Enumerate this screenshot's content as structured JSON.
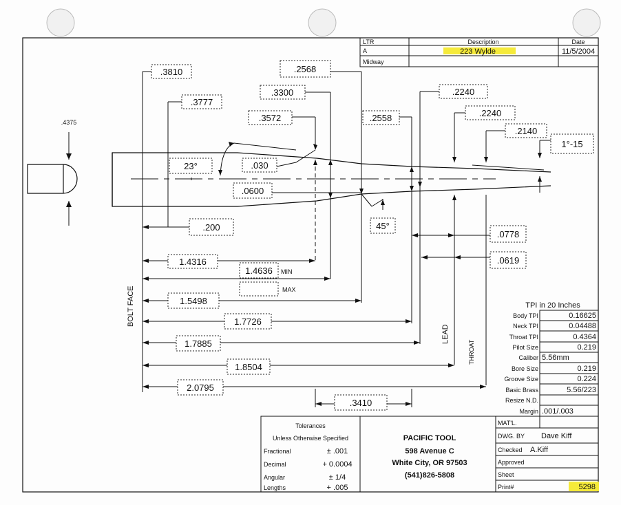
{
  "colors": {
    "highlight": "#f5ea3a",
    "ink": "#111111",
    "paper": "#fdfdfd"
  },
  "rev_block": {
    "col_ltr": "LTR",
    "col_desc": "Description",
    "col_date": "Date",
    "row1_ltr": "A",
    "row1_desc": "223 Wylde",
    "row1_date": "11/5/2004",
    "row2_ltr": "Midway"
  },
  "dims": {
    "d3810": ".3810",
    "d3777": ".3777",
    "d2568": ".2568",
    "d3300": ".3300",
    "d3572": ".3572",
    "d2558": ".2558",
    "d2240a": ".2240",
    "d2240b": ".2240",
    "d2140": ".2140",
    "d4375": ".4375",
    "a23": "23°",
    "d030": ".030",
    "d0600": ".0600",
    "a45": "45°",
    "a1_15": "1°-15",
    "d200": ".200",
    "d0778": ".0778",
    "d0619": ".0619",
    "d14316": "1.4316",
    "d14636": "1.4636",
    "min": "MIN",
    "max": "MAX",
    "d15498": "1.5498",
    "d17726": "1.7726",
    "d17885": "1.7885",
    "d18504": "1.8504",
    "d20795": "2.0795",
    "d3410": ".3410",
    "bolt_face": "BOLT FACE",
    "lead": "LEAD",
    "throat": "THROAT"
  },
  "tpi": {
    "title": "TPI in 20 Inches",
    "rows": [
      {
        "label": "Body TPI",
        "value": "0.16625"
      },
      {
        "label": "Neck TPI",
        "value": "0.04488"
      },
      {
        "label": "Throat TPI",
        "value": "0.4364"
      },
      {
        "label": "Pilot Size",
        "value": "0.219"
      },
      {
        "label": "Caliber",
        "value": "5.56mm"
      },
      {
        "label": "Bore Size",
        "value": "0.219"
      },
      {
        "label": "Groove Size",
        "value": "0.224"
      },
      {
        "label": "Basic Brass",
        "value": "5.56/223"
      },
      {
        "label": "Resize N.D.",
        "value": ""
      },
      {
        "label": "Margin",
        "value": ".001/.003"
      }
    ]
  },
  "tolerances": {
    "title": "Tolerances",
    "subtitle": "Unless Otherwise Specified",
    "rows": [
      {
        "label": "Fractional",
        "value": "± .001"
      },
      {
        "label": "Decimal",
        "value": "+ 0.0004"
      },
      {
        "label": "Angular",
        "value": "± 1/4"
      },
      {
        "label": "Lengths",
        "value": "+ .005"
      }
    ]
  },
  "company": {
    "name": "PACIFIC TOOL",
    "street": "598 Avenue C",
    "city": "White City, OR 97503",
    "phone": "(541)826-5808"
  },
  "title_block": {
    "matl_label": "MAT'L.",
    "dwg_by_label": "DWG. BY",
    "dwg_by_value": "Dave Kiff",
    "checked_label": "Checked",
    "checked_value": "A.Kiff",
    "approved_label": "Approved",
    "sheet_label": "Sheet",
    "print_label": "Print#",
    "print_value": "5298"
  }
}
